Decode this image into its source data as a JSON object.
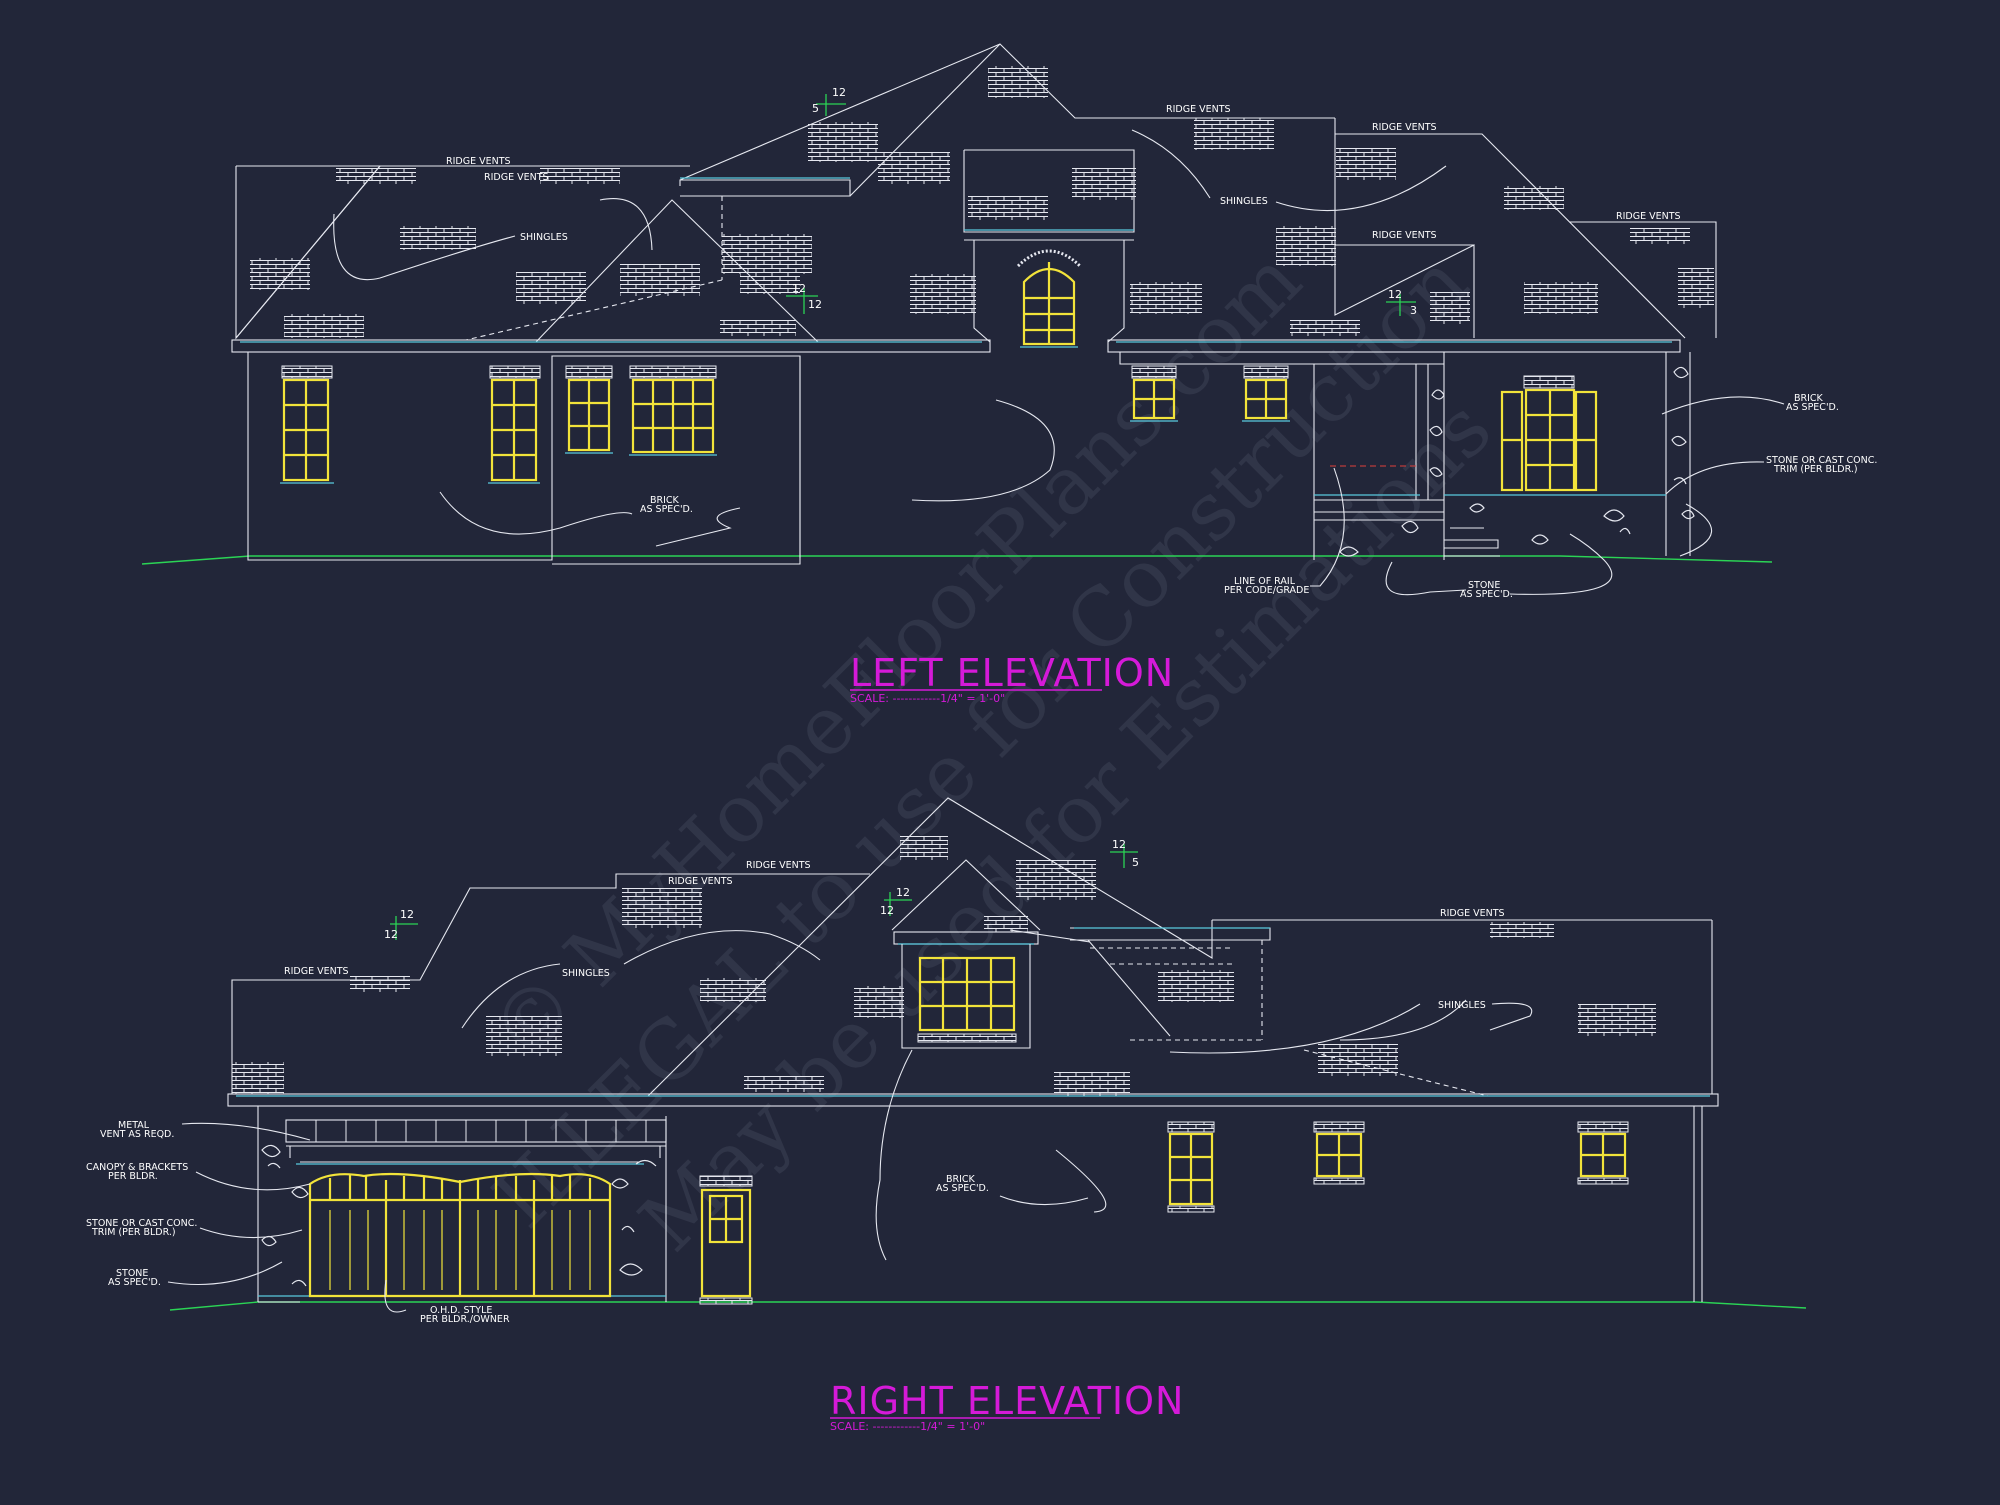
{
  "colors": {
    "background": "#222639",
    "linework": "#e6e8f0",
    "trim": "#58c9de",
    "windows": "#f2e33a",
    "ground": "#2bd455",
    "titles": "#d51ad8"
  },
  "watermark": {
    "line1": "© MyHomeFloorPlans.com",
    "line2": "ILLEGAL to use for Construction",
    "line3": "May be used for Estimations"
  },
  "left_elevation": {
    "title": "LEFT ELEVATION",
    "scale": "SCALE: ------------1/4\" = 1'-0\"",
    "notes": {
      "ridge_vents_1": "RIDGE VENTS",
      "ridge_vents_2": "RIDGE VENTS",
      "ridge_vents_3": "RIDGE VENTS",
      "ridge_vents_4": "RIDGE VENTS",
      "ridge_vents_5": "RIDGE VENTS",
      "ridge_vents_6": "RIDGE VENTS",
      "shingles_1": "SHINGLES",
      "shingles_2": "SHINGLES",
      "brick_1a": "BRICK",
      "brick_1b": "AS SPEC'D.",
      "brick_2a": "BRICK",
      "brick_2b": "AS SPEC'D.",
      "stone_trim_a": "STONE OR CAST CONC.",
      "stone_trim_b": "TRIM (PER BLDR.)",
      "rail_a": "LINE OF RAIL",
      "rail_b": "PER CODE/GRADE",
      "stone_a": "STONE",
      "stone_b": "AS SPEC'D."
    },
    "pitches": [
      {
        "rise": "5",
        "run": "12"
      },
      {
        "rise": "12",
        "run": "12"
      },
      {
        "rise": "3",
        "run": "12"
      }
    ]
  },
  "right_elevation": {
    "title": "RIGHT ELEVATION",
    "scale": "SCALE: ------------1/4\" = 1'-0\"",
    "notes": {
      "ridge_vents_1": "RIDGE VENTS",
      "ridge_vents_2": "RIDGE VENTS",
      "ridge_vents_3": "RIDGE VENTS",
      "ridge_vents_4": "RIDGE VENTS",
      "shingles_1": "SHINGLES",
      "shingles_2": "SHINGLES",
      "brick_a": "BRICK",
      "brick_b": "AS SPEC'D.",
      "metal_vent_a": "METAL",
      "metal_vent_b": "VENT AS REQD.",
      "canopy_a": "CANOPY & BRACKETS",
      "canopy_b": "PER BLDR.",
      "stone_trim_a": "STONE OR CAST CONC.",
      "stone_trim_b": "TRIM (PER BLDR.)",
      "stone_a": "STONE",
      "stone_b": "AS SPEC'D.",
      "ohd_a": "O.H.D. STYLE",
      "ohd_b": "PER BLDR./OWNER"
    },
    "pitches": [
      {
        "rise": "12",
        "run": "12"
      },
      {
        "rise": "12",
        "run": "12"
      },
      {
        "rise": "5",
        "run": "12"
      }
    ]
  }
}
